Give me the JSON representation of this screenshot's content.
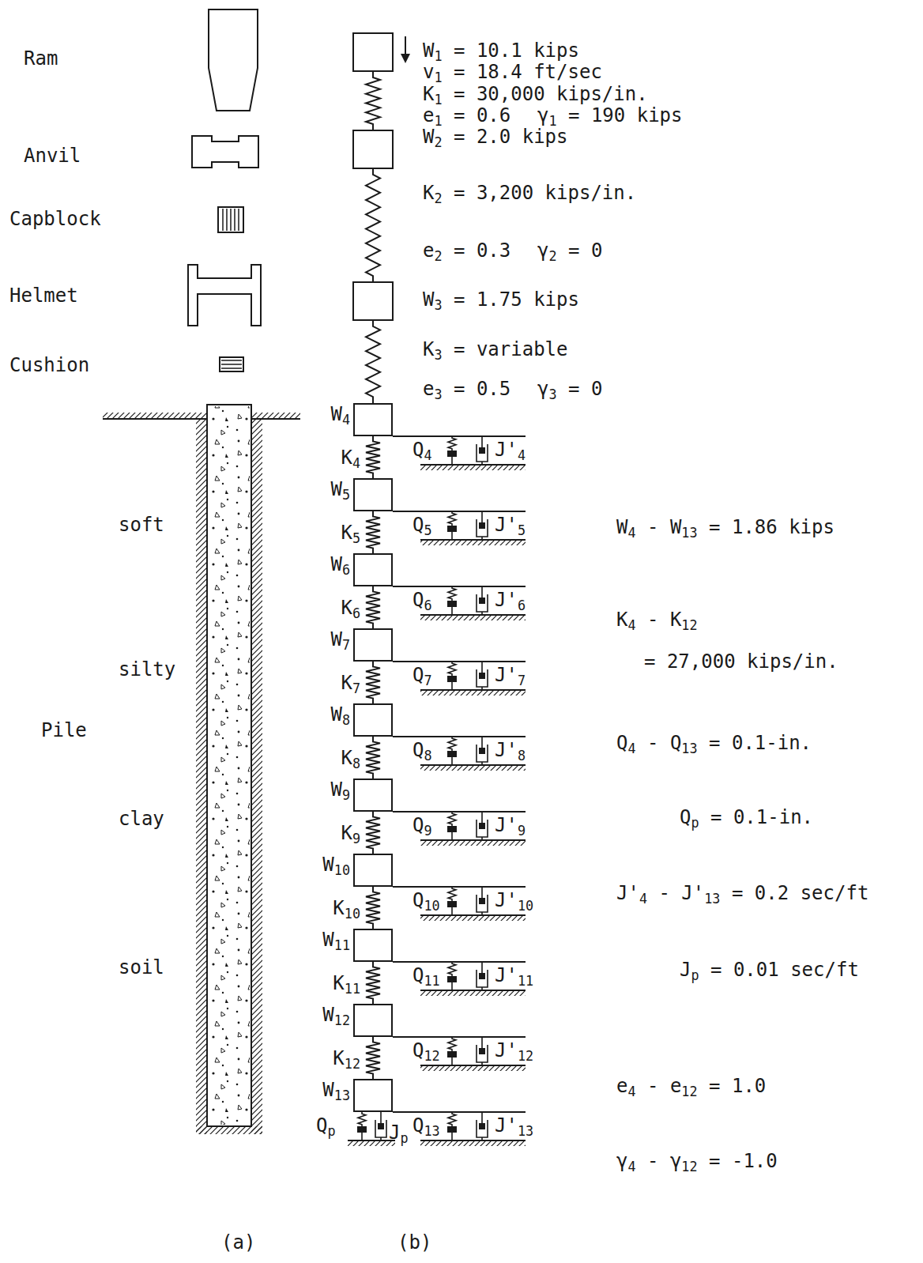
{
  "diagram": {
    "nodes": [
      {
        "text": [
          "W4"
        ]
      },
      {
        "text": [
          "W5"
        ]
      },
      {
        "text": [
          "W6"
        ]
      },
      {
        "text": [
          "W7"
        ]
      },
      {
        "text": [
          "W8"
        ]
      },
      {
        "text": [
          "W9"
        ]
      },
      {
        "text": [
          "W10"
        ]
      },
      {
        "text": [
          "W11"
        ]
      },
      {
        "text": [
          "W12"
        ]
      },
      {
        "text": [
          "W13"
        ]
      }
    ],
    "edges": [
      {
        "from": 0,
        "to": 1,
        "arrow": "none",
        "label": "K4"
      },
      {
        "from": 1,
        "to": 2,
        "arrow": "none",
        "label": "K5"
      },
      {
        "from": 2,
        "to": 3,
        "arrow": "none",
        "label": "K6"
      },
      {
        "from": 3,
        "to": 4,
        "arrow": "none",
        "label": "K7"
      },
      {
        "from": 4,
        "to": 5,
        "arrow": "none",
        "label": "K8"
      },
      {
        "from": 5,
        "to": 6,
        "arrow": "none",
        "label": "K9"
      },
      {
        "from": 6,
        "to": 7,
        "arrow": "none",
        "label": "K10"
      },
      {
        "from": 7,
        "to": 8,
        "arrow": "none",
        "label": "K11"
      },
      {
        "from": 8,
        "to": 9,
        "arrow": "none",
        "label": "K12"
      }
    ],
    "labels": [
      "Ram",
      "Anvil",
      "Capblock",
      "Helmet",
      "Cushion",
      "soft",
      "silty",
      "Pile",
      "clay",
      "soil",
      "W1 = 10.1 kips",
      "v1 = 18.4 ft/sec",
      "K1 = 30,000 kips/in.",
      "e1 = 0.6",
      "γ1 = 190 kips",
      "W2 = 2.0 kips",
      "K2 = 3,200 kips/in.",
      "e2 = 0.3",
      "γ2 = 0",
      "W3 = 1.75 kips",
      "K3 = variable",
      "e3 = 0.5",
      "γ3 = 0",
      "Q4",
      "J'4",
      "Q5",
      "J'5",
      "Q6",
      "J'6",
      "Q7",
      "J'7",
      "Q8",
      "J'8",
      "Q9",
      "J'9",
      "Q10",
      "J'10",
      "Q11",
      "J'11",
      "Q12",
      "J'12",
      "Q13",
      "J'13",
      "Qp",
      "Jp",
      "W4 - W13 = 1.86 kips",
      "K4 - K12",
      "= 27,000 kips/in.",
      "Q4 - Q13 = 0.1-in.",
      "Qp = 0.1-in.",
      "J'4 - J'13 = 0.2 sec/ft",
      "Jp = 0.01 sec/ft",
      "e4 - e12 = 1.0",
      "γ4 - γ12 = -1.0",
      "(a)",
      "(b)"
    ]
  }
}
